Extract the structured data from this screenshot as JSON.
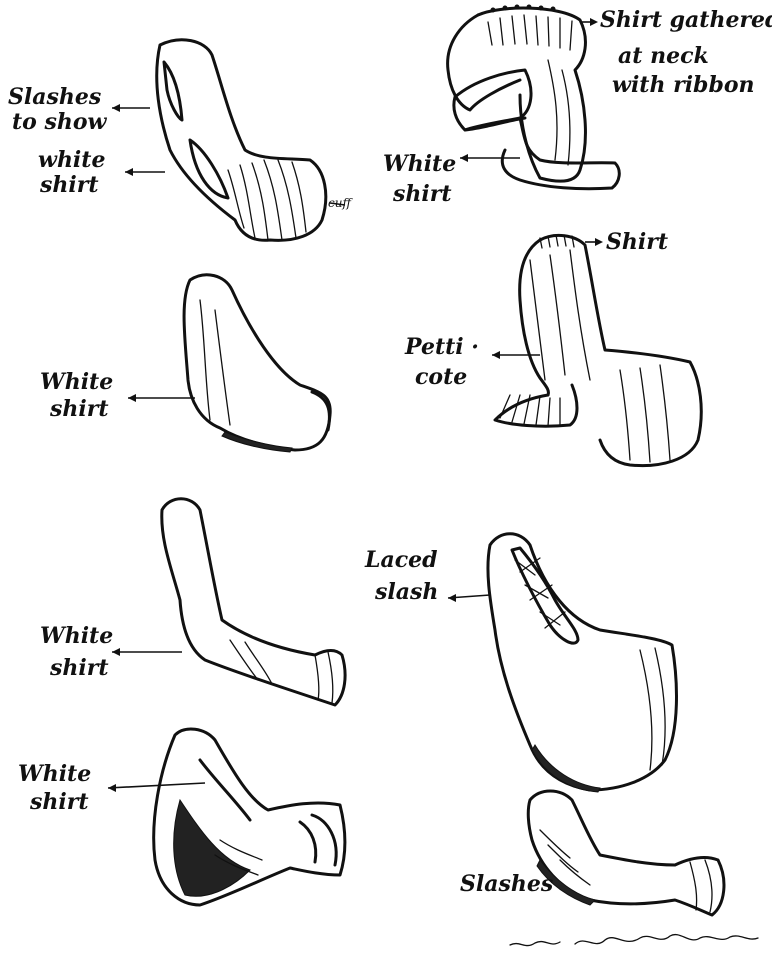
{
  "labels": {
    "slashes_to_show_1": "Slashes",
    "slashes_to_show_2": "to show",
    "slashes_to_show_3": "white",
    "slashes_to_show_4": "shirt",
    "cuff": "cuff",
    "shirt_gathered_1": "Shirt gathered",
    "shirt_gathered_2": "at neck",
    "shirt_gathered_3": "with ribbon",
    "white_shirt_top": "White",
    "white_shirt_top_2": "shirt",
    "shirt_small": "Shirt",
    "petticote_1": "Petti ·",
    "petticote_2": "cote",
    "white_shirt_2a": "White",
    "white_shirt_2b": "shirt",
    "white_shirt_3a": "White",
    "white_shirt_3b": "shirt",
    "laced_slash_1": "Laced",
    "laced_slash_2": "slash",
    "white_shirt_4a": "White",
    "white_shirt_4b": "shirt",
    "slashes": "Slashes"
  }
}
